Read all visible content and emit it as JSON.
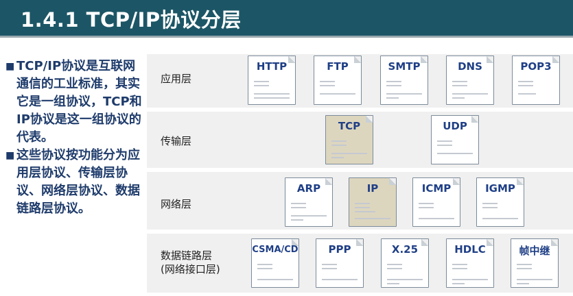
{
  "slide": {
    "title": "1.4.1   TCP/IP协议分层"
  },
  "bullets": [
    {
      "mark": "■",
      "text": "TCP/IP协议是互联网通信的工业标准，其实它是一组协议，TCP和IP协议是这一组协议的代表。"
    },
    {
      "mark": "■",
      "text": "这些协议按功能分为应用层协议、传输层协议、网络层协议、数据链路层协议。"
    }
  ],
  "layers": [
    {
      "label": "应用层",
      "protocols": [
        "HTTP",
        "FTP",
        "SMTP",
        "DNS",
        "POP3"
      ]
    },
    {
      "label": "传输层",
      "protocols": [
        "TCP",
        "UDP"
      ]
    },
    {
      "label": "网络层",
      "protocols": [
        "ARP",
        "IP",
        "ICMP",
        "IGMP"
      ]
    },
    {
      "label": "数据链路层\n(网络接口层)",
      "label_lines": [
        "数据链路层",
        "(网络接口层)"
      ],
      "protocols": [
        "CSMA/CD",
        "PPP",
        "X.25",
        "HDLC",
        "帧中继"
      ]
    }
  ],
  "colors": {
    "title_bar": "#1c5666",
    "title_text": "#ffffff",
    "bullet_text": "#1e3b6b",
    "protocol_name": "#1f3f86",
    "layer_band": "#f0f0f0",
    "highlight_card": "#ddd6be"
  }
}
